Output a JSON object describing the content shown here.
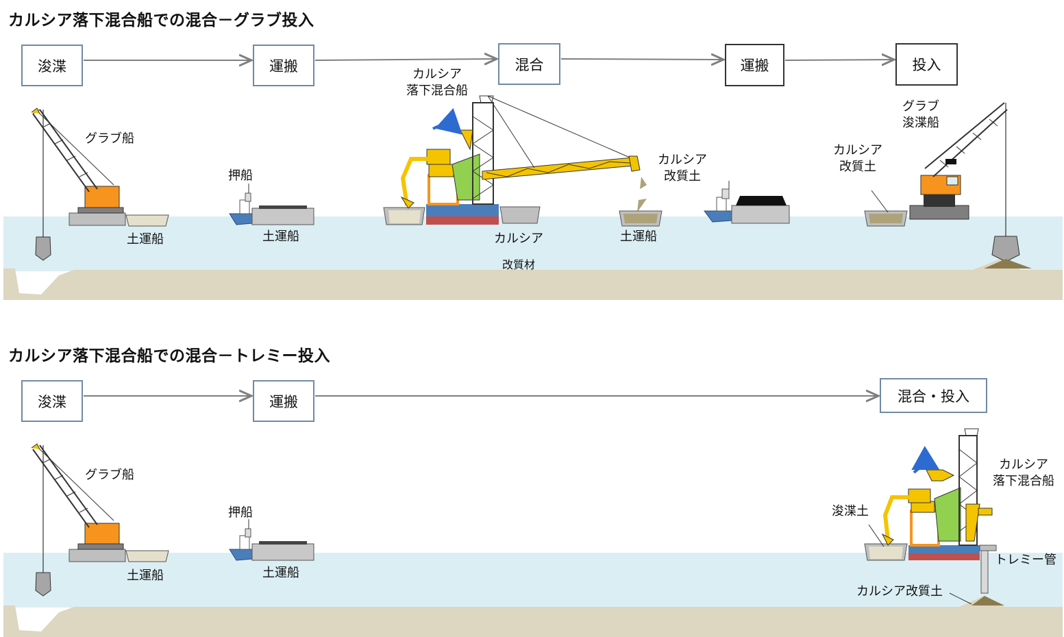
{
  "section1": {
    "title": "カルシア落下混合船での混合－グラブ投入",
    "flow": [
      "浚渫",
      "運搬",
      "混合",
      "運搬",
      "投入"
    ],
    "labels": {
      "grab_ship": "グラブ船",
      "soil_barge_1": "土運船",
      "push_boat": "押船",
      "soil_barge_2": "土運船",
      "mixer_line1": "カルシア",
      "mixer_line2": "落下混合船",
      "calcia_line1": "カルシア",
      "calcia_line2": "改質材",
      "improved_line1": "カルシア",
      "improved_line2": "改質土",
      "soil_barge_3": "土運船",
      "improved_b_line1": "カルシア",
      "improved_b_line2": "改質土",
      "grab_dredger_line1": "グラブ",
      "grab_dredger_line2": "浚渫船"
    }
  },
  "section2": {
    "title": "カルシア落下混合船での混合－トレミー投入",
    "flow": [
      "浚渫",
      "運搬",
      "混合・投入"
    ],
    "labels": {
      "grab_ship": "グラブ船",
      "soil_barge_1": "土運船",
      "push_boat": "押船",
      "soil_barge_2": "土運船",
      "dredged_soil": "浚渫土",
      "mixer_line1": "カルシア",
      "mixer_line2": "落下混合船",
      "tremie": "トレミー管",
      "improved": "カルシア改質土"
    }
  },
  "colors": {
    "water": "#dbeef4",
    "seabed": "#ddd6c0",
    "crane_orange": "#f7941d",
    "mixer_yellow": "#f5c400",
    "hull_blue": "#4a7ebb",
    "hull_red": "#c0504d",
    "barge_gray": "#bfbfbf",
    "soil_tan": "#ada27a",
    "arrow_blue": "#2e6bd0"
  }
}
